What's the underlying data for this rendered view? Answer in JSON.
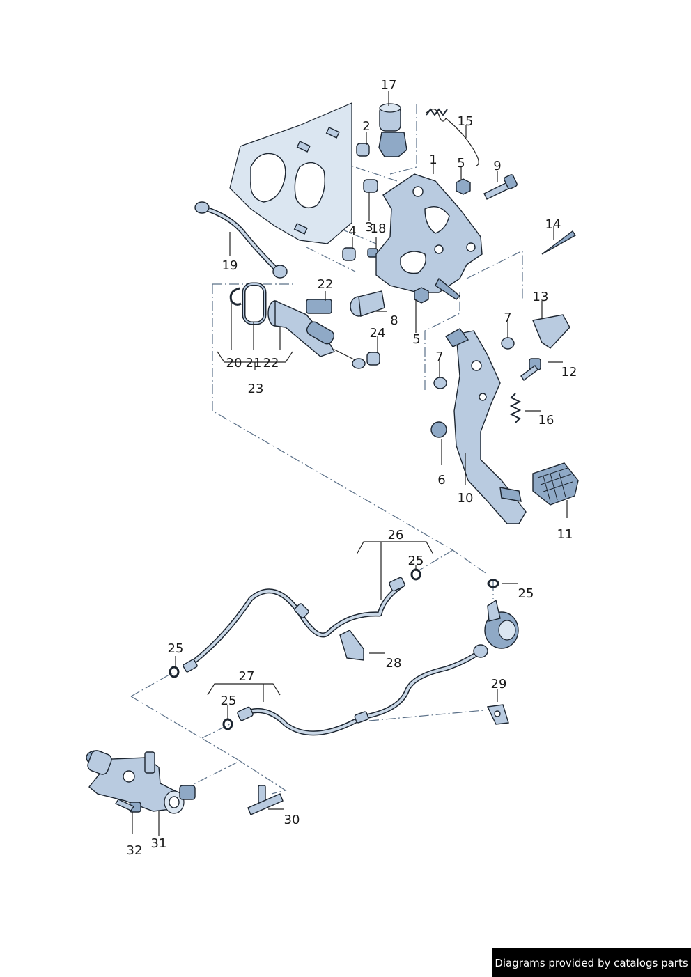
{
  "labels": {
    "p1": "1",
    "p2": "2",
    "p3": "3",
    "p4": "4",
    "p5a": "5",
    "p5b": "5",
    "p6": "6",
    "p7a": "7",
    "p7b": "7",
    "p8": "8",
    "p9": "9",
    "p10": "10",
    "p11": "11",
    "p12": "12",
    "p13": "13",
    "p14": "14",
    "p15": "15",
    "p16": "16",
    "p17": "17",
    "p18": "18",
    "p19": "19",
    "p20": "20",
    "p21": "21",
    "p22a": "22",
    "p22b": "22",
    "p23": "23",
    "p24": "24",
    "p25a": "25",
    "p25b": "25",
    "p25c": "25",
    "p25d": "25",
    "p26": "26",
    "p27": "27",
    "p28": "28",
    "p29": "29",
    "p30": "30",
    "p31": "31",
    "p32": "32"
  },
  "credit": "Diagrams provided by catalogs parts",
  "colors": {
    "part": "#b9cbe0",
    "outline": "#1c2530",
    "leader": "#222222",
    "centerline": "#5b7088"
  }
}
